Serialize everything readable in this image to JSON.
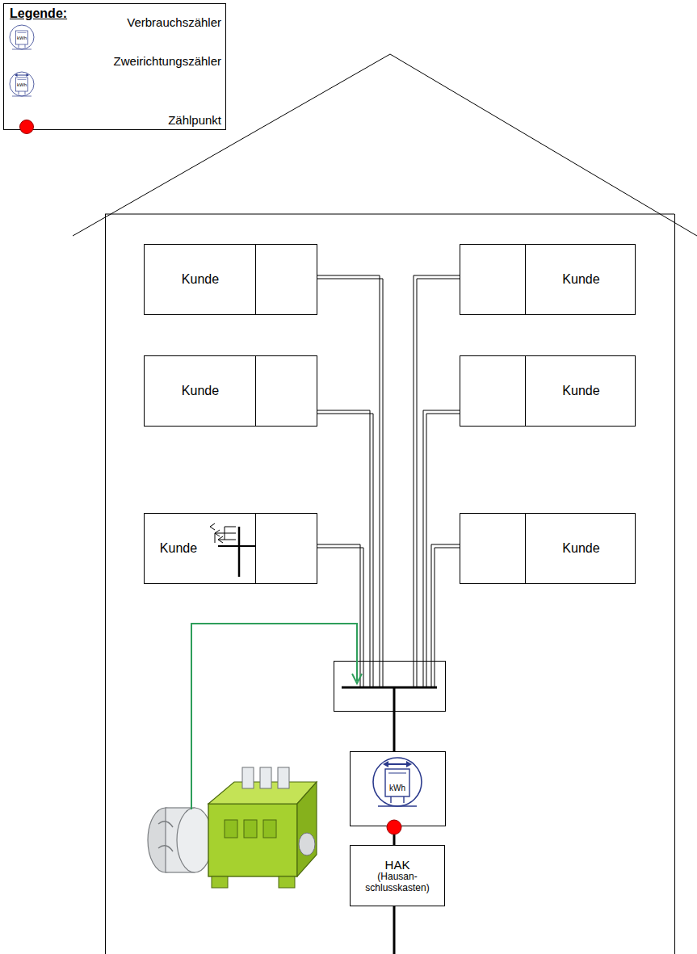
{
  "diagram": {
    "nodes": [
      {
        "text": [
          "Kunde"
        ]
      },
      {
        "text": [
          "Kunde"
        ]
      },
      {
        "text": [
          "Kunde"
        ]
      },
      {
        "text": [
          "Kunde"
        ]
      },
      {
        "text": [
          "Kunde"
        ]
      },
      {
        "text": [
          "Kunde"
        ]
      },
      {
        "text": [
          "HAK",
          "(Hausan- schlusskasten)"
        ]
      }
    ],
    "labels": [
      "Legende:",
      "kWh",
      "kWh",
      "kWh"
    ],
    "legend": [
      {
        "text": "Verbrauchszähler"
      },
      {
        "text": "Zweirichtungszähler"
      },
      {
        "text": "Zählpunkt",
        "color": "#ff0000"
      }
    ]
  }
}
